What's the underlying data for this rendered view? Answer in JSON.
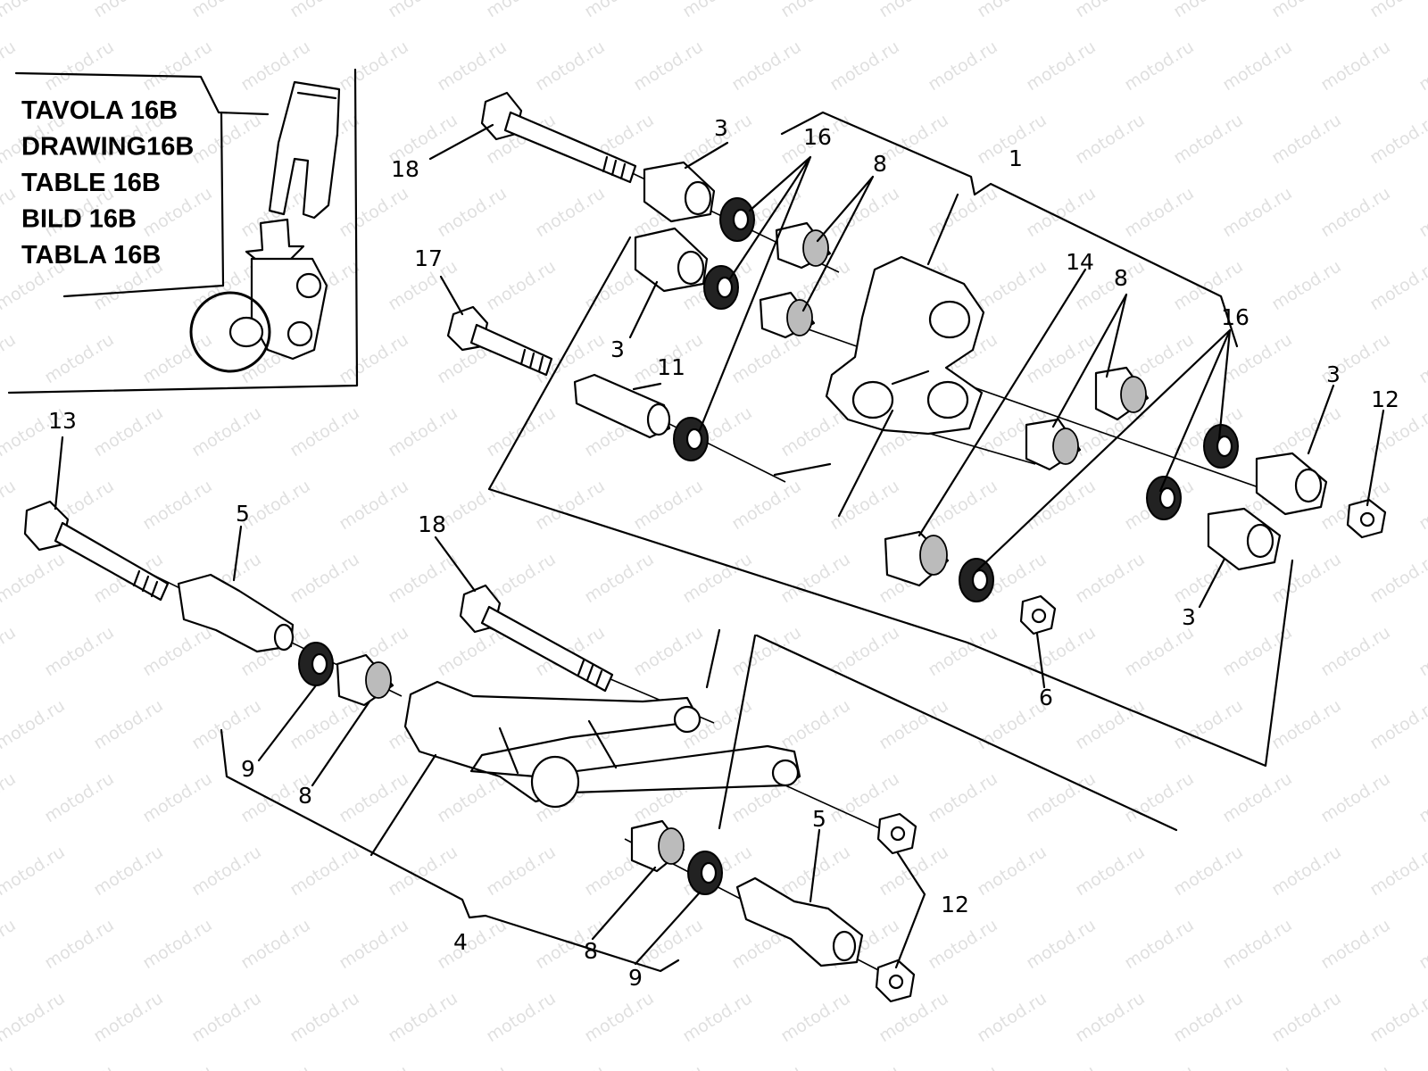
{
  "reference": {
    "lines": [
      "TAVOLA 16B",
      "DRAWING16B",
      "TABLE 16B",
      "BILD 16B",
      "TABLA 16B"
    ]
  },
  "watermark": "motod.ru",
  "callouts": [
    {
      "id": "c-18a",
      "text": "18"
    },
    {
      "id": "c-3a",
      "text": "3"
    },
    {
      "id": "c-16a",
      "text": "16"
    },
    {
      "id": "c-8a",
      "text": "8"
    },
    {
      "id": "c-1",
      "text": "1"
    },
    {
      "id": "c-17",
      "text": "17"
    },
    {
      "id": "c-3b",
      "text": "3"
    },
    {
      "id": "c-11",
      "text": "11"
    },
    {
      "id": "c-14",
      "text": "14"
    },
    {
      "id": "c-8b",
      "text": "8"
    },
    {
      "id": "c-16b",
      "text": "16"
    },
    {
      "id": "c-3c",
      "text": "3"
    },
    {
      "id": "c-12a",
      "text": "12"
    },
    {
      "id": "c-3d",
      "text": "3"
    },
    {
      "id": "c-6",
      "text": "6"
    },
    {
      "id": "c-13",
      "text": "13"
    },
    {
      "id": "c-5a",
      "text": "5"
    },
    {
      "id": "c-18b",
      "text": "18"
    },
    {
      "id": "c-9a",
      "text": "9"
    },
    {
      "id": "c-8c",
      "text": "8"
    },
    {
      "id": "c-5b",
      "text": "5"
    },
    {
      "id": "c-12b",
      "text": "12"
    },
    {
      "id": "c-4",
      "text": "4"
    },
    {
      "id": "c-8d",
      "text": "8"
    },
    {
      "id": "c-9b",
      "text": "9"
    }
  ]
}
